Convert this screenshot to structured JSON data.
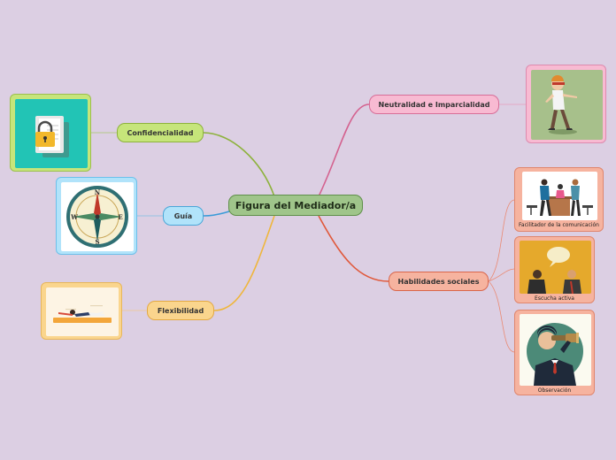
{
  "central": {
    "label": "Figura del Mediador/a"
  },
  "branches": {
    "confidencialidad": {
      "label": "Confidencialidad",
      "image_icon": "lock-document-icon",
      "color": "#8db23c"
    },
    "guia": {
      "label": "Guía",
      "image_icon": "compass-icon",
      "color": "#3a9bd8",
      "compass": {
        "n": "N",
        "s": "S",
        "e": "E",
        "w": "W"
      }
    },
    "flexibilidad": {
      "label": "Flexibilidad",
      "image_icon": "stretching-person-icon",
      "color": "#efb63c"
    },
    "neutralidad": {
      "label": "Neutralidad e Imparcialidad",
      "image_icon": "blindfolded-person-icon",
      "color": "#d4628f"
    },
    "habilidades": {
      "label": "Habilidades sociales",
      "color": "#e0583a",
      "children": [
        {
          "caption": "Facilitador de la comunicación",
          "image_icon": "meeting-people-icon"
        },
        {
          "caption": "Escucha activa",
          "image_icon": "speech-bubble-people-icon"
        },
        {
          "caption": "Observación",
          "image_icon": "binoculars-person-icon"
        }
      ]
    }
  }
}
